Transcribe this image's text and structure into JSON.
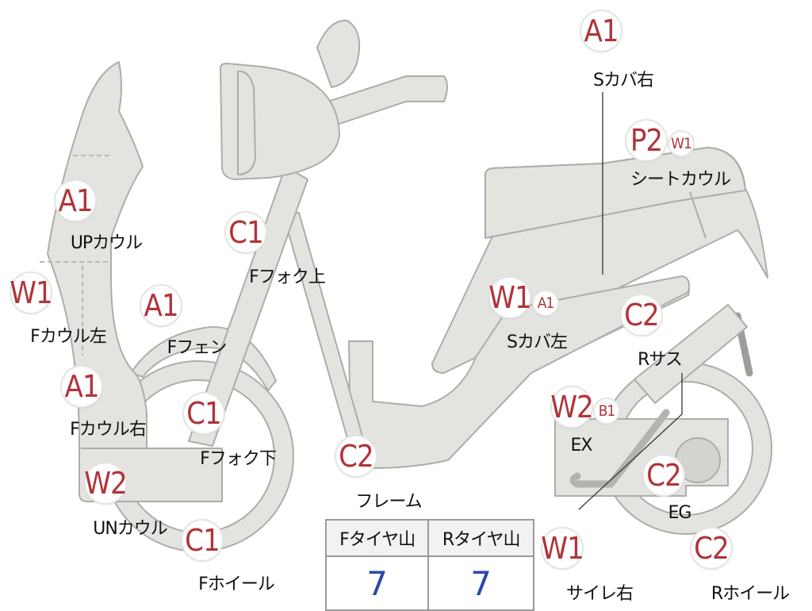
{
  "diagram": {
    "colors": {
      "part_fill": "#e3e3e0",
      "part_outline": "#adada8",
      "badge_text": "#b0343a",
      "tread_value": "#2b4aa8"
    },
    "callouts": [
      {
        "id": "s-cover-right",
        "codes": [
          "A1"
        ],
        "label": "Sカバ右"
      },
      {
        "id": "seat-cowl",
        "codes": [
          "P2",
          "W1"
        ],
        "label": "シートカウル"
      },
      {
        "id": "up-cowl",
        "codes": [
          "A1"
        ],
        "label": "UPカウル"
      },
      {
        "id": "f-cowl-left",
        "codes": [
          "W1"
        ],
        "label": "Fカウル左"
      },
      {
        "id": "f-cowl-right",
        "codes": [
          "A1"
        ],
        "label": "Fカウル右"
      },
      {
        "id": "un-cowl",
        "codes": [
          "W2"
        ],
        "label": "UNカウル"
      },
      {
        "id": "f-fork-upper",
        "codes": [
          "C1"
        ],
        "label": "Fフォク上"
      },
      {
        "id": "f-fender",
        "codes": [
          "A1"
        ],
        "label": "Fフェン"
      },
      {
        "id": "f-fork-lower",
        "codes": [
          "C1"
        ],
        "label": "Fフォク下"
      },
      {
        "id": "f-wheel",
        "codes": [
          "C1"
        ],
        "label": "Fホイール"
      },
      {
        "id": "s-cover-left",
        "codes": [
          "W1",
          "A1"
        ],
        "label": "Sカバ左"
      },
      {
        "id": "r-suspension",
        "codes": [
          "C2"
        ],
        "label": "Rサス"
      },
      {
        "id": "exhaust",
        "codes": [
          "W2",
          "B1"
        ],
        "label": "EX"
      },
      {
        "id": "engine",
        "codes": [
          "C2"
        ],
        "label": "EG"
      },
      {
        "id": "frame",
        "codes": [
          "C2"
        ],
        "label": "フレーム"
      },
      {
        "id": "muffler-right",
        "codes": [
          "W1"
        ],
        "label": "サイレ右"
      },
      {
        "id": "r-wheel",
        "codes": [
          "C2"
        ],
        "label": "Rホイール"
      }
    ],
    "tread_table": {
      "headers": [
        "Fタイヤ山",
        "Rタイヤ山"
      ],
      "values": [
        "7",
        "7"
      ]
    }
  }
}
